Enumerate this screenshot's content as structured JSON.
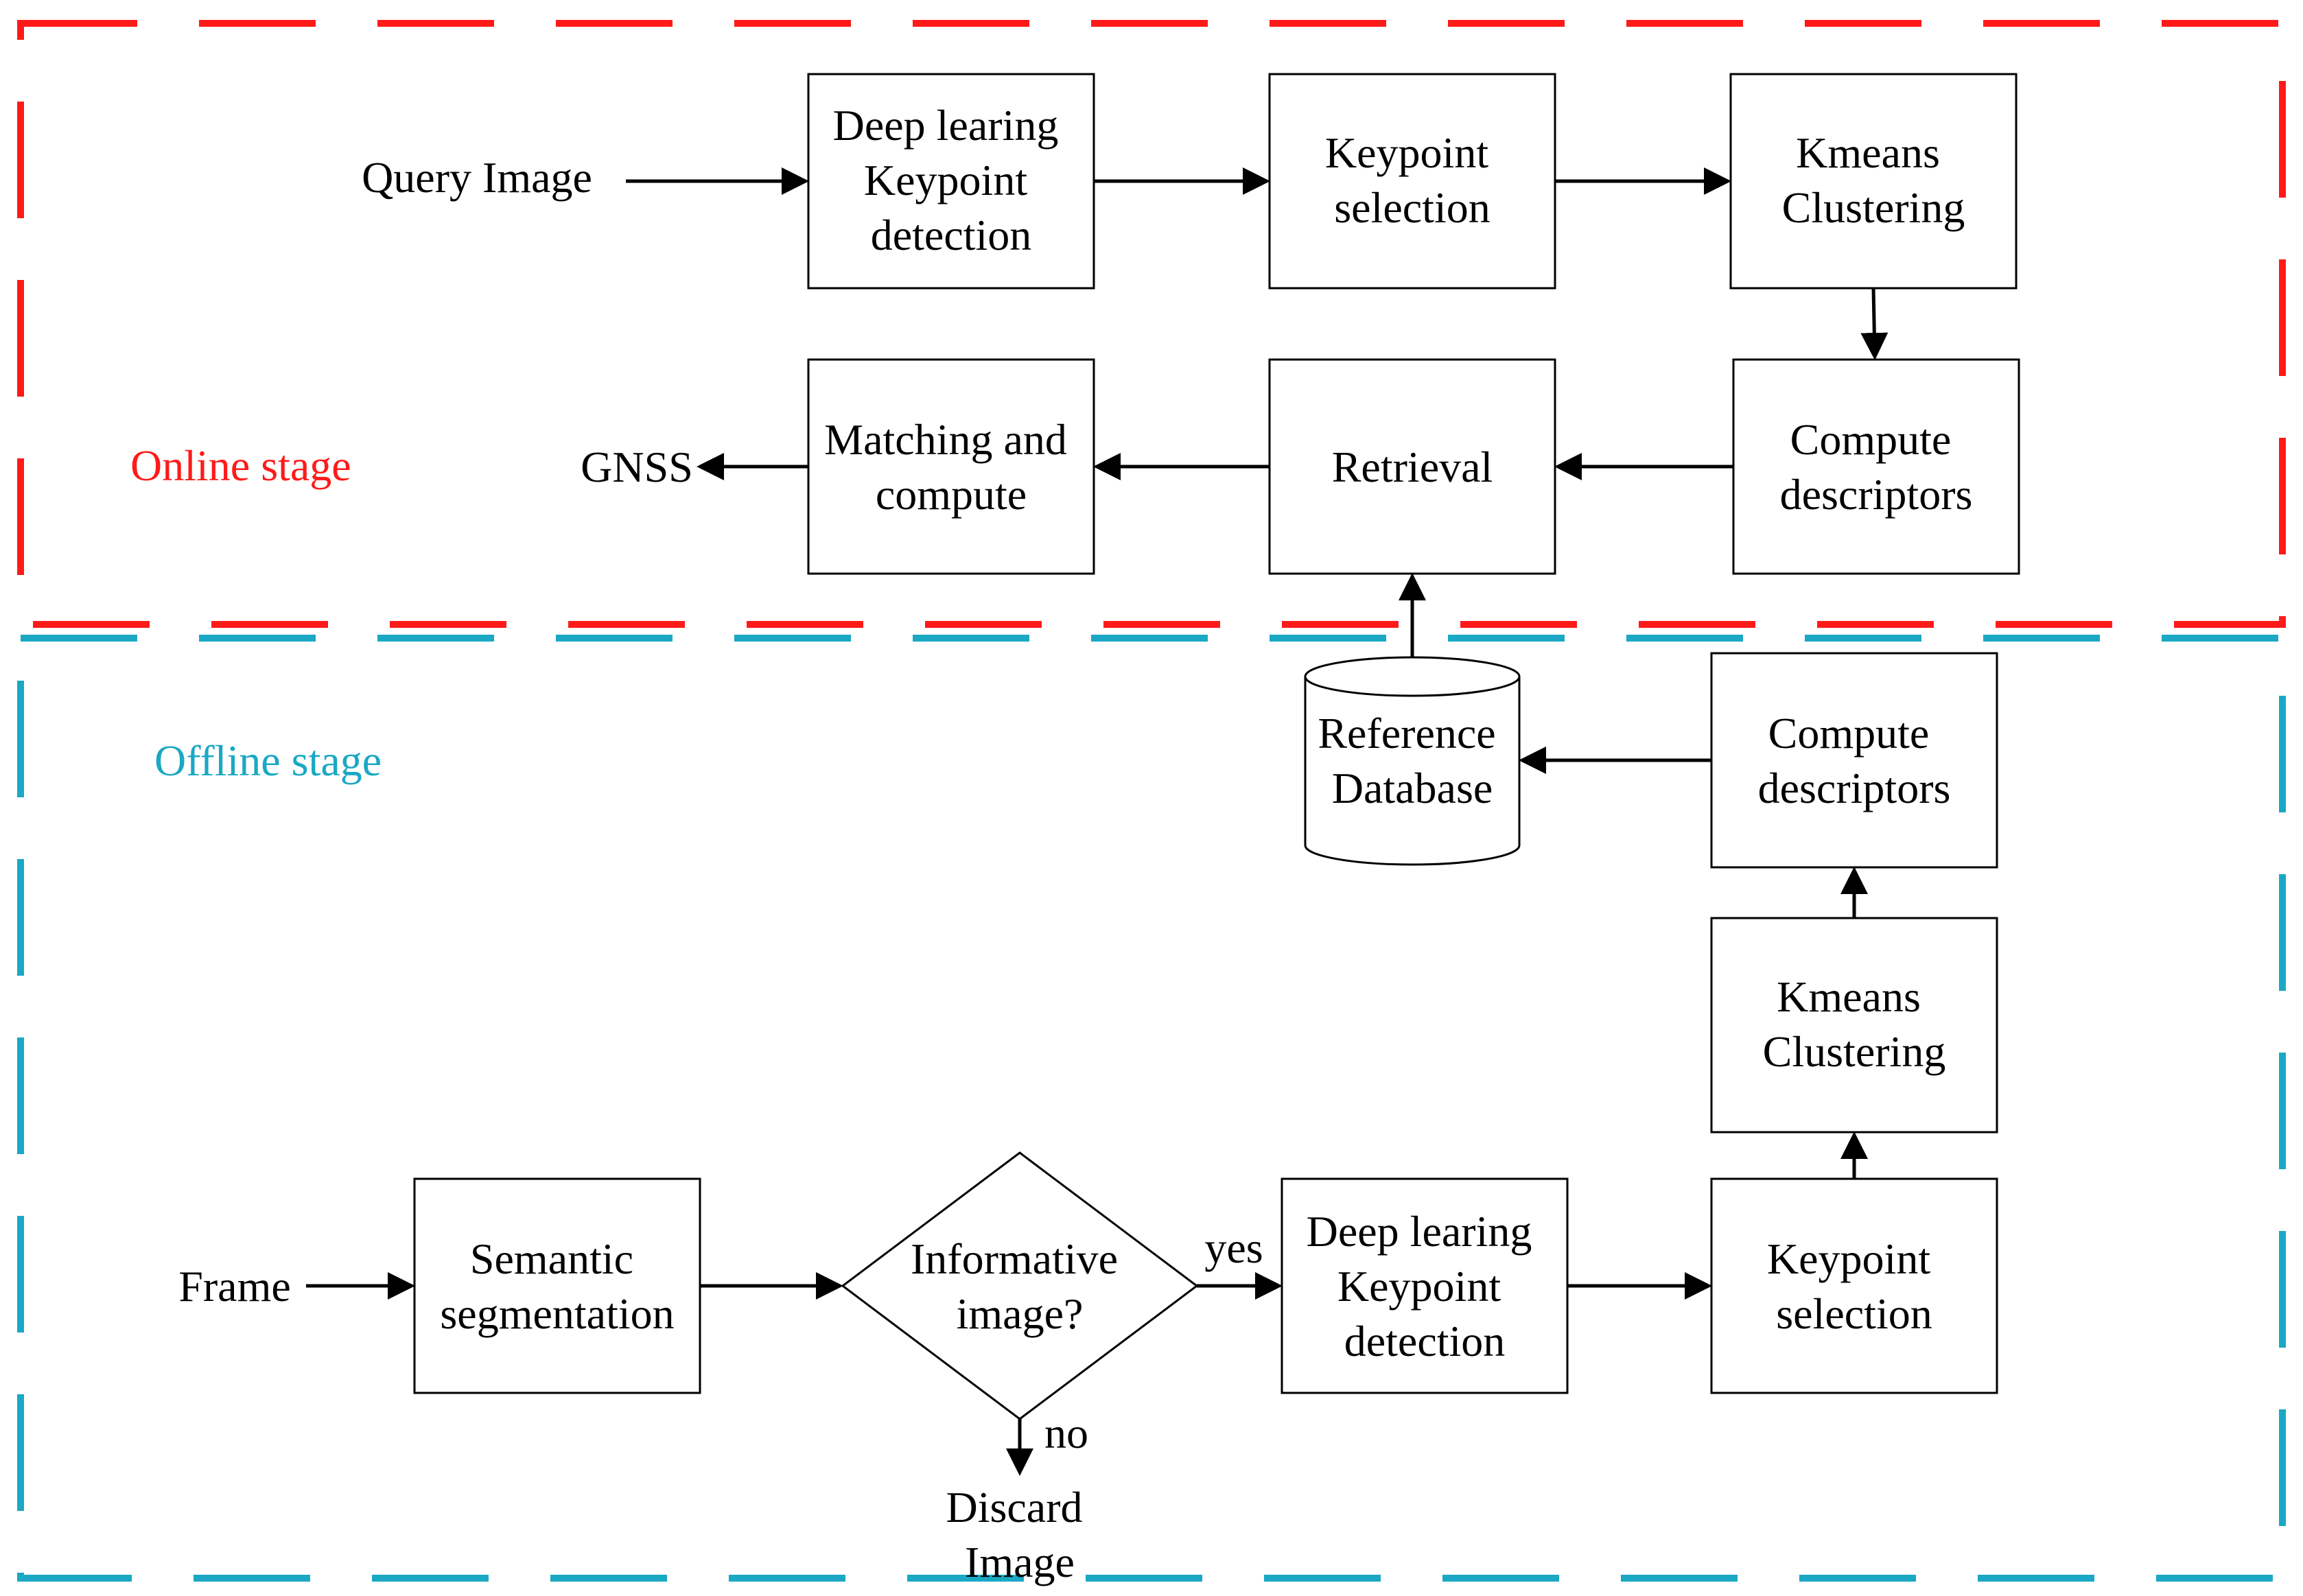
{
  "online_stage": {
    "label": "Online stage",
    "color": "#ff1a1a",
    "query_image": "Query Image",
    "gnss": "GNSS",
    "deep_learning": [
      "Deep learing",
      "Keypoint",
      "detection"
    ],
    "keypoint_selection": [
      "Keypoint",
      "selection"
    ],
    "kmeans": [
      "Kmeans",
      "Clustering"
    ],
    "compute_descriptors": [
      "Compute",
      "descriptors"
    ],
    "retrieval": "Retrieval",
    "matching": [
      "Matching and",
      "compute"
    ]
  },
  "offline_stage": {
    "label": "Offline stage",
    "color": "#1aa8c4",
    "frame": "Frame",
    "semantic_segmentation": [
      "Semantic",
      "segmentation"
    ],
    "informative": [
      "Informative",
      "image?"
    ],
    "yes": "yes",
    "no": "no",
    "discard": [
      "Discard",
      "Image"
    ],
    "deep_learning": [
      "Deep learing",
      "Keypoint",
      "detection"
    ],
    "keypoint_selection": [
      "Keypoint",
      "selection"
    ],
    "kmeans": [
      "Kmeans",
      "Clustering"
    ],
    "compute_descriptors": [
      "Compute",
      "descriptors"
    ],
    "reference_database": [
      "Reference",
      "Database"
    ]
  }
}
